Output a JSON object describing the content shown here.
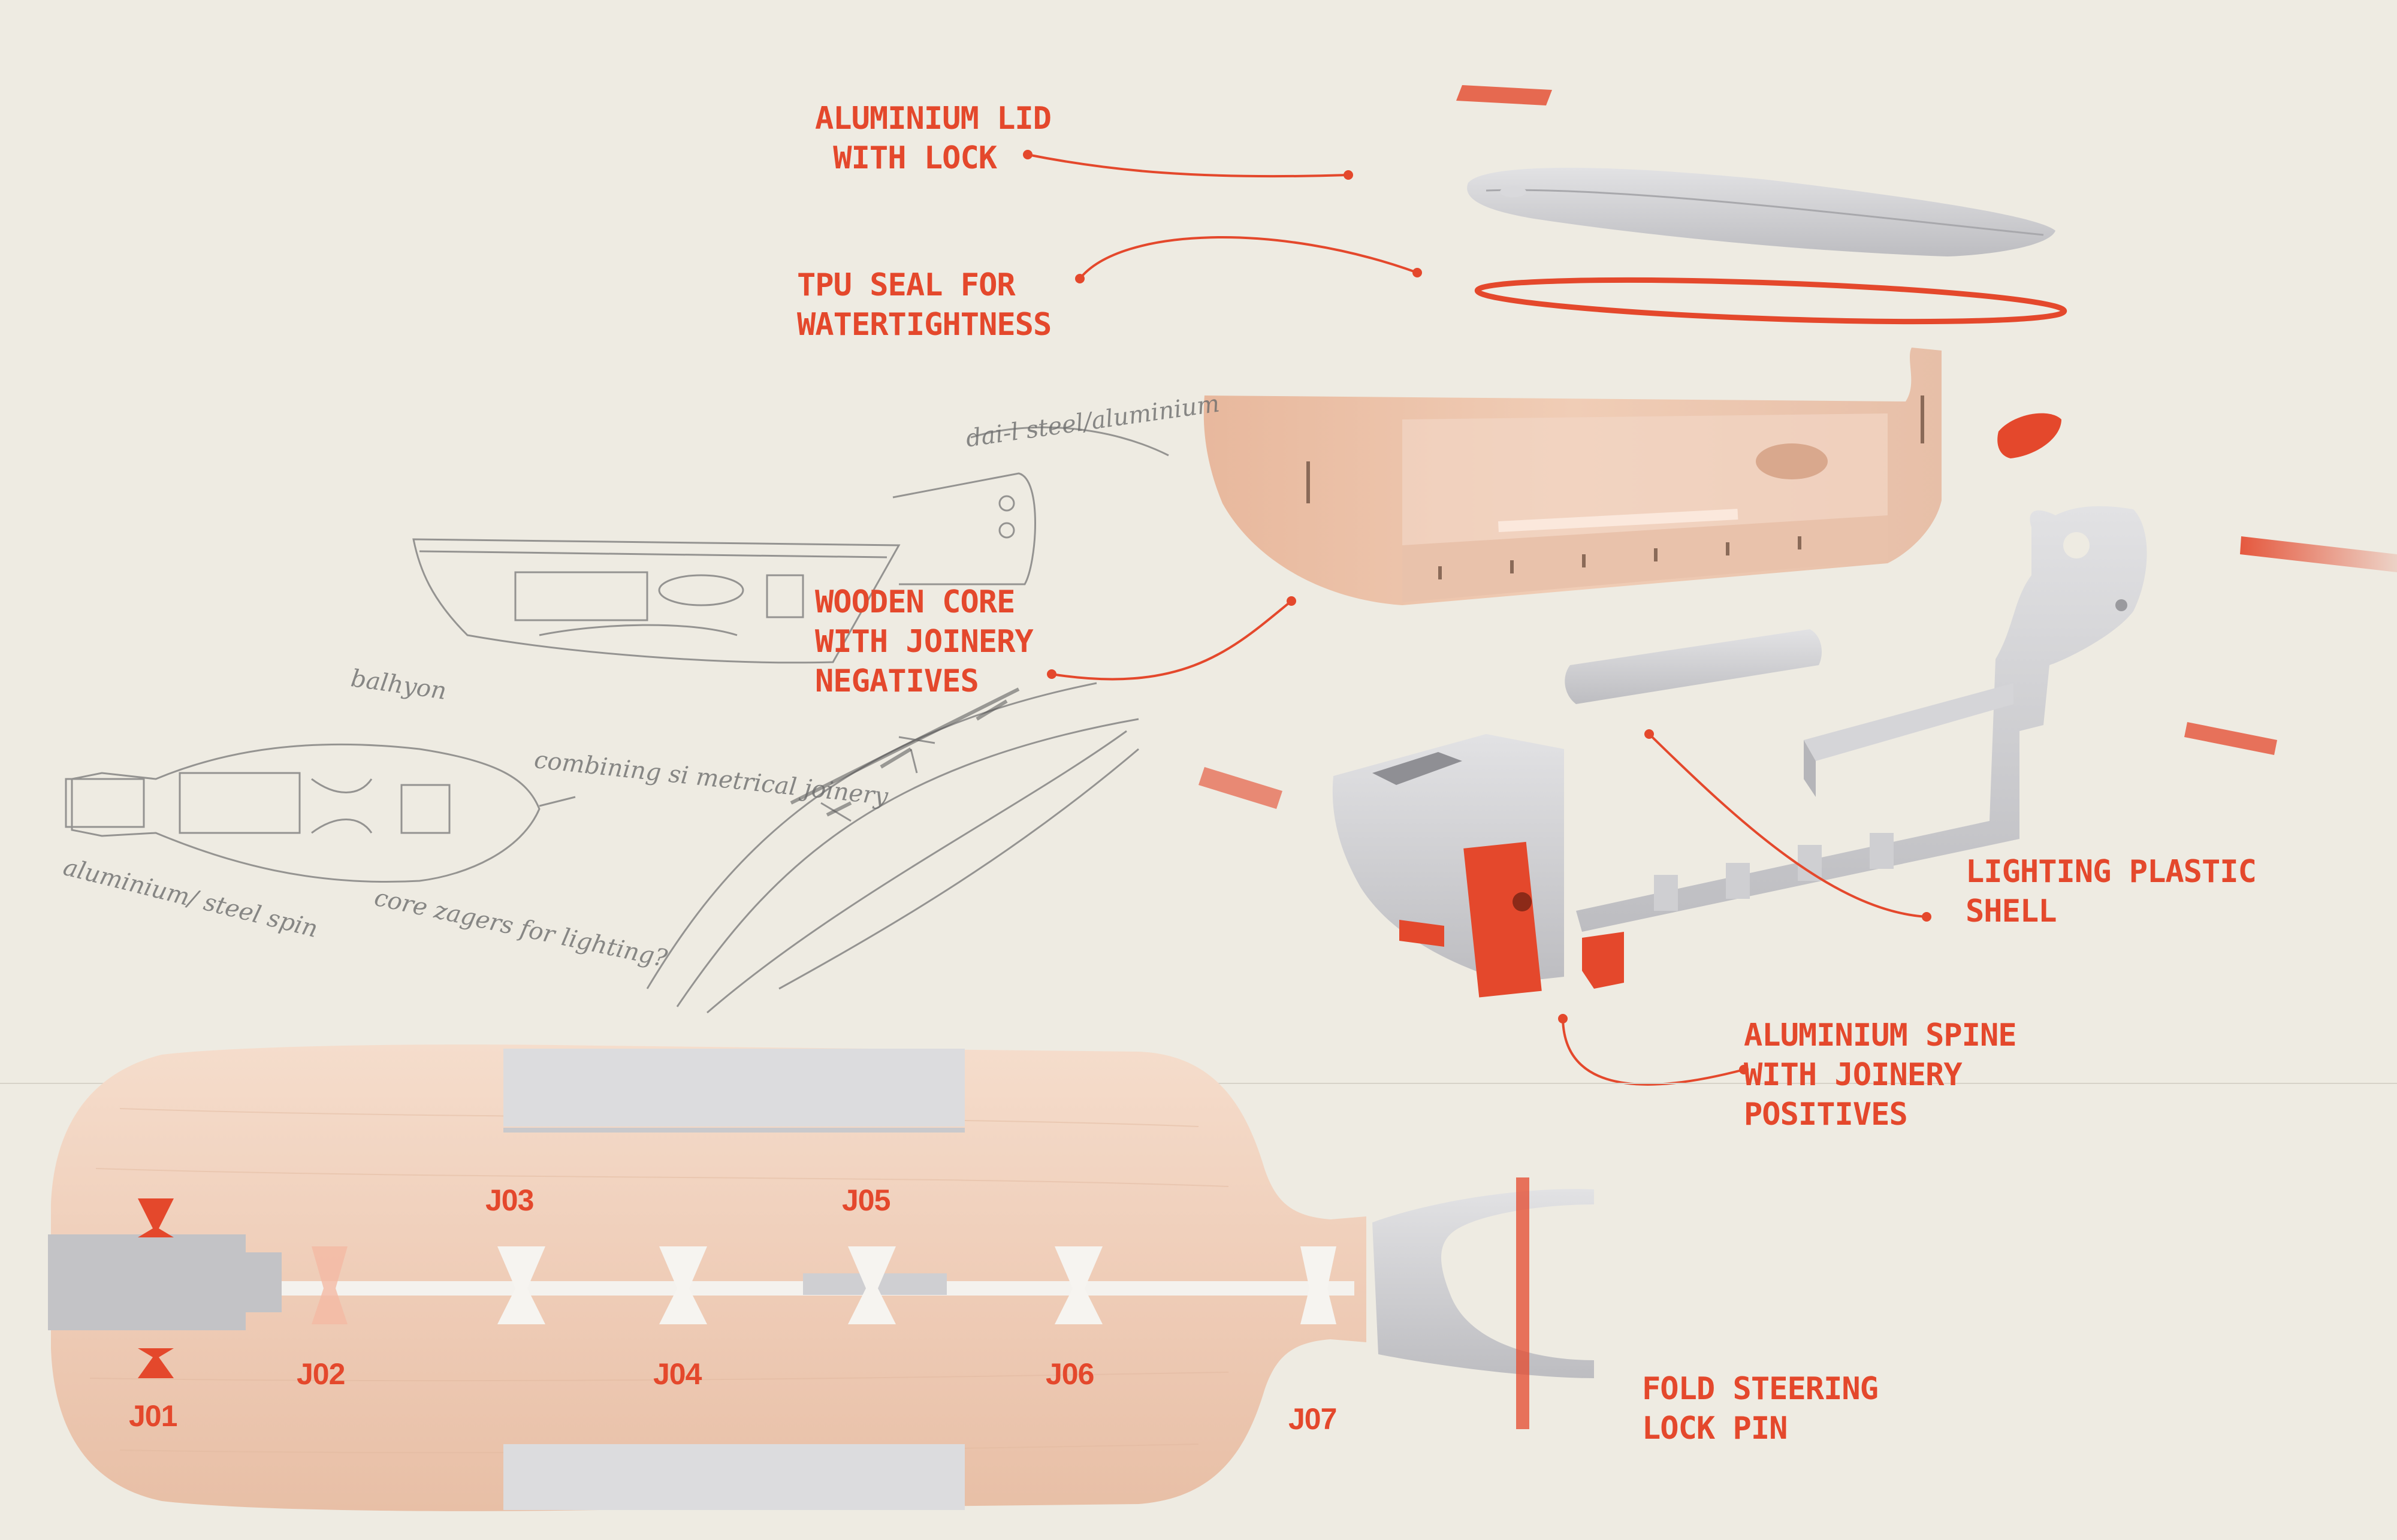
{
  "colors": {
    "background": "#eeebe2",
    "accent": "#e4482c",
    "wood": "#efcdb8",
    "aluminium": "#c8c8cb"
  },
  "callouts": {
    "lid": "ALUMINIUM LID\n WITH LOCK",
    "seal": "TPU SEAL FOR\nWATERTIGHTNESS",
    "core": "WOODEN CORE\nWITH JOINERY\nNEGATIVES",
    "lighting": "LIGHTING PLASTIC\nSHELL",
    "spine": "ALUMINIUM SPINE\nWITH JOINERY\nPOSITIVES",
    "steering": "FOLD STEERING\nLOCK PIN"
  },
  "joints": [
    "J01",
    "J02",
    "J03",
    "J04",
    "J05",
    "J06",
    "J07"
  ],
  "sketch_notes": {
    "top_right": "dai-l steel/aluminium",
    "mid_left": "balhyon",
    "mid_center": "combining\nsi metrical\njoinery",
    "bottom_left": "aluminium/\nsteel spin",
    "bottom_center": "core\nzagers for lighting?"
  }
}
